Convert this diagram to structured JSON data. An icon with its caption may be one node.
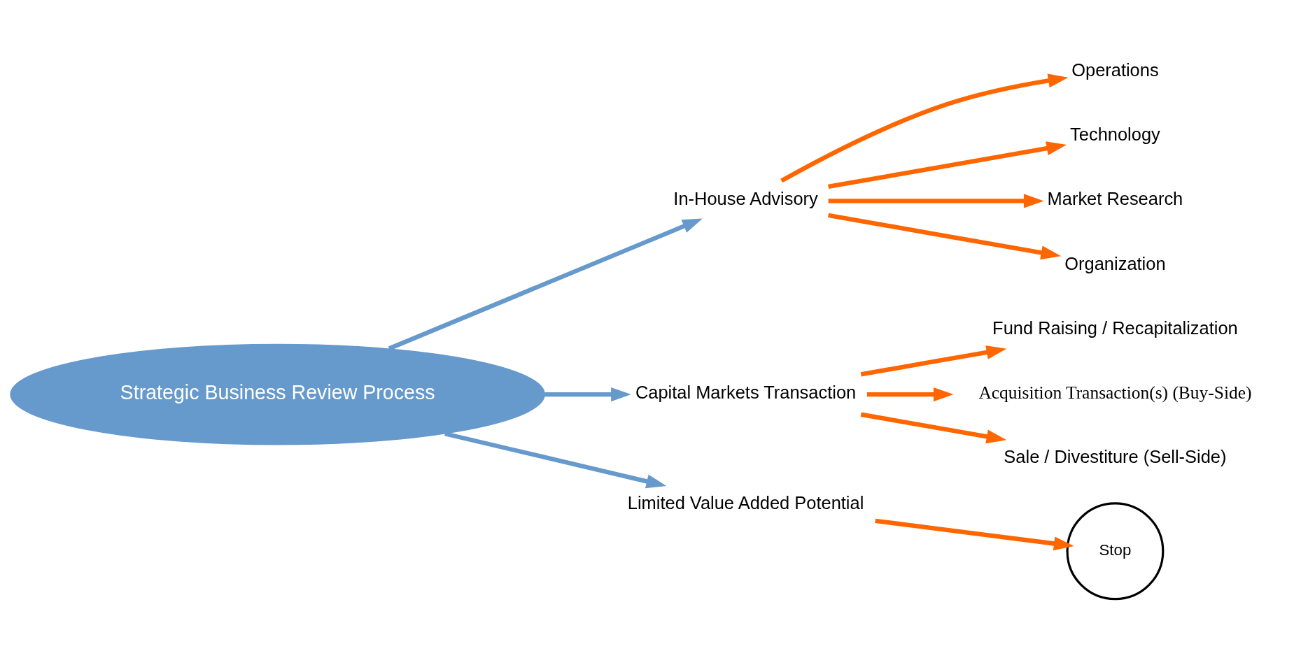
{
  "diagram": {
    "nodes": [
      {
        "text": [
          "Strategic Business Review Process"
        ]
      },
      {
        "text": [
          "In-House Advisory"
        ]
      },
      {
        "text": [
          "Capital Markets Transaction"
        ]
      },
      {
        "text": [
          "Limited Value Added Potential"
        ]
      },
      {
        "text": [
          "Operations"
        ]
      },
      {
        "text": [
          "Technology"
        ]
      },
      {
        "text": [
          "Market Research"
        ]
      },
      {
        "text": [
          "Organization"
        ]
      },
      {
        "text": [
          "Fund Raising / Recapitalization"
        ]
      },
      {
        "text": [
          "Acquisition Transaction(s) (Buy-Side)"
        ]
      },
      {
        "text": [
          "Sale / Divestiture (Sell-Side)"
        ]
      },
      {
        "text": [
          "Stop"
        ]
      }
    ],
    "edges": [
      {
        "from": 0,
        "to": 1,
        "arrow": "to",
        "color": "#6699cc"
      },
      {
        "from": 0,
        "to": 2,
        "arrow": "to",
        "color": "#6699cc"
      },
      {
        "from": 0,
        "to": 3,
        "arrow": "to",
        "color": "#6699cc"
      },
      {
        "from": 1,
        "to": 4,
        "arrow": "to"
      },
      {
        "from": 1,
        "to": 5,
        "arrow": "to"
      },
      {
        "from": 1,
        "to": 6,
        "arrow": "to"
      },
      {
        "from": 1,
        "to": 7,
        "arrow": "to"
      },
      {
        "from": 2,
        "to": 8,
        "arrow": "to"
      },
      {
        "from": 2,
        "to": 9,
        "arrow": "to"
      },
      {
        "from": 2,
        "to": 10,
        "arrow": "to"
      },
      {
        "from": 3,
        "to": 11,
        "arrow": "to"
      }
    ]
  }
}
